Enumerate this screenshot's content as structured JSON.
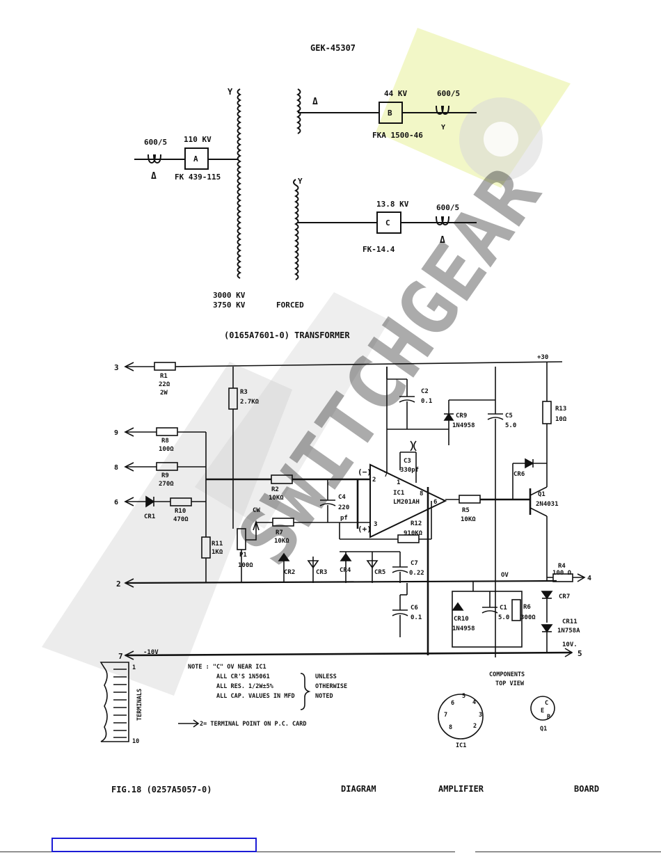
{
  "doc_id": "GEK-45307",
  "transformer": {
    "caption": "(0165A7601-0) TRANSFORMER",
    "wye": "Y",
    "delta": "Δ",
    "a": {
      "ct": "600/5",
      "kv": "110 KV",
      "box": "A",
      "model": "FK 439-115"
    },
    "b": {
      "ct": "600/5",
      "kv": "44 KV",
      "box": "B",
      "model": "FKA 1500-46"
    },
    "c": {
      "ct": "600/5",
      "kv": "13.8 KV",
      "box": "C",
      "model": "FK-14.4"
    },
    "rating1": "3000 KV",
    "rating2": "3750 KV",
    "forced": "FORCED"
  },
  "amplifier": {
    "terminals": [
      "3",
      "9",
      "8",
      "6",
      "2",
      "7",
      "5",
      "4"
    ],
    "parts": {
      "r1": [
        "R1",
        "22Ω",
        "2W"
      ],
      "r3": [
        "R3",
        "2.7KΩ"
      ],
      "r8": [
        "R8",
        "100Ω"
      ],
      "r9": [
        "R9",
        "270Ω"
      ],
      "r10": [
        "R10",
        "470Ω"
      ],
      "cr1": "CR1",
      "r2": [
        "R2",
        "10KΩ"
      ],
      "r7": [
        "R7",
        "10KΩ"
      ],
      "r11": [
        "R11",
        "1KΩ"
      ],
      "p1": [
        "P1",
        "100Ω"
      ],
      "cw": "CW",
      "c4": [
        "C4",
        "220",
        "pf"
      ],
      "c2": [
        "C2",
        "0.1"
      ],
      "cr9": [
        "CR9",
        "1N4958"
      ],
      "c5": [
        "C5",
        "5.0"
      ],
      "c3": [
        "C3",
        "330pf"
      ],
      "ic1": [
        "IC1",
        "LM201AH"
      ],
      "r12": [
        "R12",
        "910KΩ"
      ],
      "r5": [
        "R5",
        "10KΩ"
      ],
      "r13": [
        "R13",
        "10Ω"
      ],
      "cr6": "CR6",
      "q1": [
        "Q1",
        "2N4031"
      ],
      "r4": [
        "R4",
        "100 Ω"
      ],
      "cr7": "CR7",
      "cr11": [
        "CR11",
        "1N758A",
        "10V."
      ],
      "c7": [
        "C7",
        "0.22"
      ],
      "c6": [
        "C6",
        "0.1"
      ],
      "cr10": [
        "CR10",
        "1N4958"
      ],
      "c1": [
        "C1",
        "5.0"
      ],
      "r6": [
        "R6",
        "300Ω"
      ],
      "cr2": "CR2",
      "cr3": "CR3",
      "cr4": "CR4",
      "cr5": "CR5",
      "ov": "OV",
      "minus10": "-10V",
      "plus30": "+30",
      "pins": [
        "2",
        "3",
        "7",
        "1",
        "8",
        "6"
      ]
    },
    "notes": {
      "note": "NOTE : \"C\" OV NEAR IC1",
      "line1": "ALL CR'S 1N5061",
      "line2": "ALL RES. 1/2W±5%",
      "line3": "ALL CAP. VALUES IN MFD",
      "unless": "UNLESS",
      "otherwise": "OTHERWISE",
      "noted": "NOTED",
      "terminal_point": "2= TERMINAL POINT ON P.C. CARD",
      "terminals_label": "TERMINALS",
      "term_first": "1",
      "term_last": "10",
      "components": "COMPONENTS",
      "top_view": "TOP VIEW",
      "ic1_pins": [
        "5",
        "4",
        "6",
        "3",
        "7",
        "2",
        "8"
      ],
      "ic1_label": "IC1",
      "q1_pins": [
        "C",
        "E",
        "B"
      ],
      "q1_label": "Q1"
    }
  },
  "footer": {
    "fig": "FIG.18 (0257A5057-0)",
    "w1": "DIAGRAM",
    "w2": "AMPLIFIER",
    "w3": "BOARD"
  },
  "colors": {
    "ink": "#111111",
    "watermark_gray": "#bdbdbd",
    "watermark_yellow": "#e6ef9a",
    "link": "#1b1bd6"
  }
}
